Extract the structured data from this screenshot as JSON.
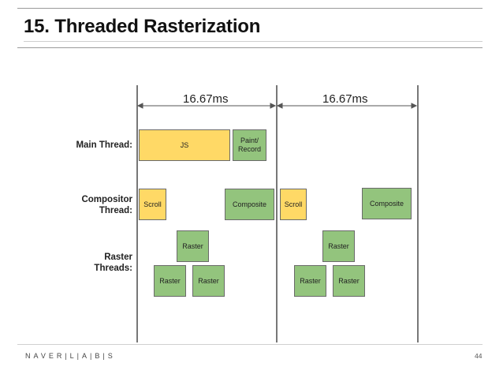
{
  "slide": {
    "title": "15. Threaded Rasterization",
    "page_number": "44",
    "footer_logo": "NAVER|L|A|B|S"
  },
  "diagram": {
    "durations": [
      "16.67ms",
      "16.67ms"
    ],
    "rows": {
      "main_thread": "Main Thread:",
      "compositor_thread": "Compositor\nThread:",
      "raster_threads": "Raster\nThreads:"
    },
    "frame1": {
      "js": "JS",
      "paint_record": "Paint/\nRecord",
      "scroll": "Scroll",
      "composite": "Composite",
      "raster_top": "Raster",
      "raster_left": "Raster",
      "raster_right": "Raster"
    },
    "frame2": {
      "scroll": "Scroll",
      "composite": "Composite",
      "raster_top": "Raster",
      "raster_left": "Raster",
      "raster_right": "Raster"
    },
    "colors": {
      "main_work": "#ffd966",
      "gpu_work": "#93c47d",
      "outline": "#6a6a6a"
    }
  }
}
